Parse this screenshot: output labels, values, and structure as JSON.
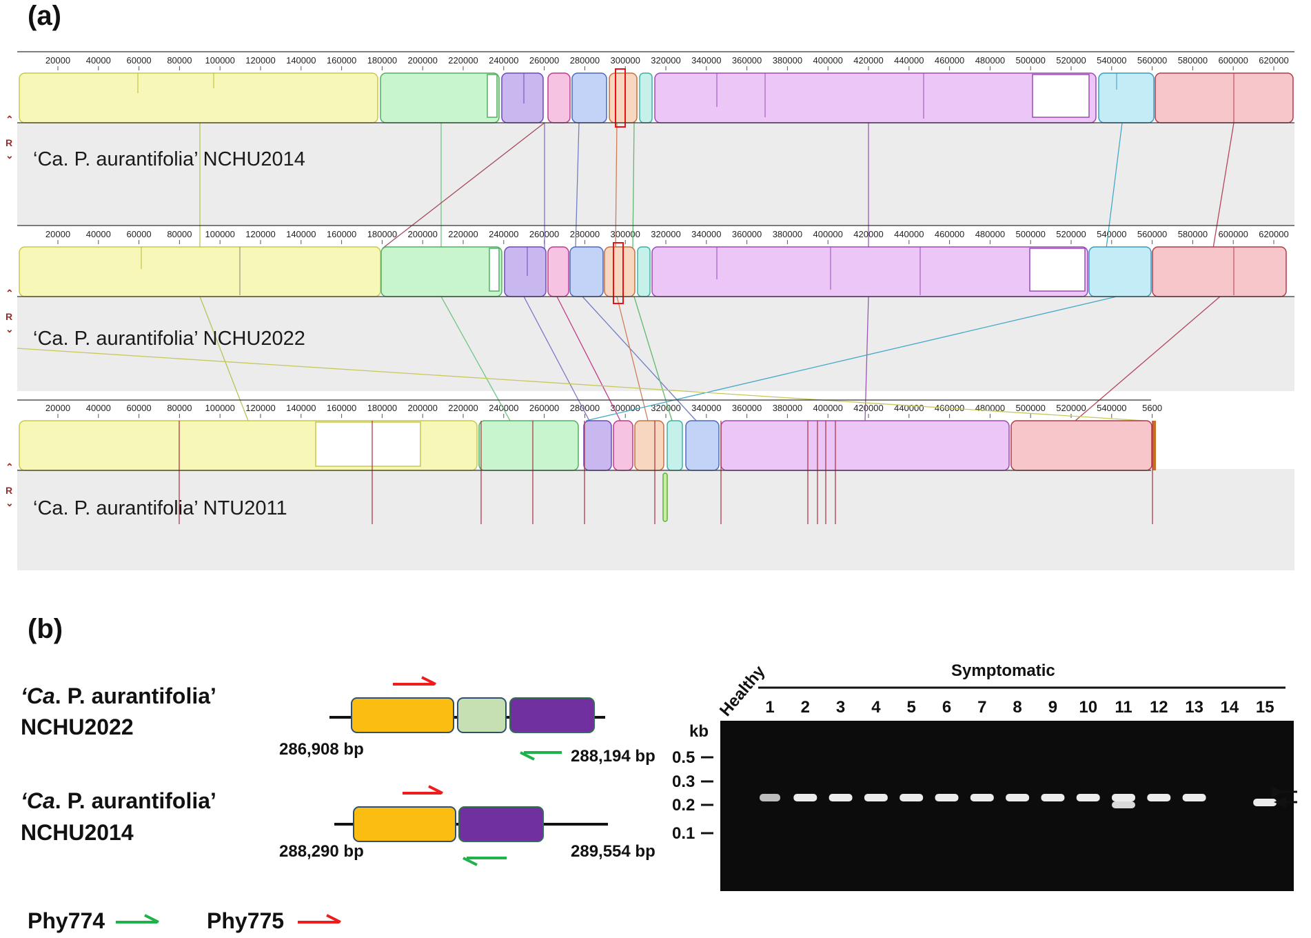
{
  "panel_a": {
    "label": "(a)",
    "ticks": [
      "20000",
      "40000",
      "60000",
      "80000",
      "100000",
      "120000",
      "140000",
      "160000",
      "180000",
      "200000",
      "220000",
      "240000",
      "260000",
      "280000",
      "300000",
      "320000",
      "340000",
      "360000",
      "380000",
      "400000",
      "420000",
      "440000",
      "460000",
      "480000",
      "500000",
      "520000",
      "540000",
      "560000",
      "580000",
      "600000",
      "620000"
    ],
    "ticks_third": [
      "20000",
      "40000",
      "60000",
      "80000",
      "100000",
      "120000",
      "140000",
      "160000",
      "180000",
      "200000",
      "220000",
      "240000",
      "260000",
      "280000",
      "300000",
      "320000",
      "340000",
      "360000",
      "380000",
      "400000",
      "420000",
      "440000",
      "460000",
      "480000",
      "500000",
      "520000",
      "540000",
      "5600"
    ],
    "genomes": [
      "‘Ca. P. aurantifolia’ NCHU2014",
      "‘Ca. P. aurantifolia’ NCHU2022",
      "‘Ca. P. aurantifolia’ NTU2011"
    ],
    "reverse_control": "R",
    "block_colors": {
      "yellow": "#f7f8b8",
      "green": "#c8f5cd",
      "purple_small": "#c9b8f0",
      "pink": "#f7c3e3",
      "blue": "#c3d3f7",
      "orange": "#f8d7c0",
      "teal": "#c6f0ea",
      "violet": "#ebc6f7",
      "cyan": "#c3ecf7",
      "red": "#f7c6cb"
    }
  },
  "panel_b": {
    "label": "(b)",
    "strains": [
      {
        "name_italic": "‘Ca",
        "name_rest": ". P. aurantifolia’",
        "id": "NCHU2022",
        "start": "286,908 bp",
        "end": "288,194 bp"
      },
      {
        "name_italic": "‘Ca",
        "name_rest": ". P. aurantifolia’",
        "id": "NCHU2014",
        "start": "288,290 bp",
        "end": "289,554 bp"
      }
    ],
    "primers": [
      {
        "name": "Phy774",
        "color": "#1fb24b"
      },
      {
        "name": "Phy775",
        "color": "#ee1c1c"
      }
    ],
    "colors": {
      "orange": "#fbbd11",
      "lightgreen": "#c6e0b4",
      "purple": "#7030a0"
    },
    "gel": {
      "group_label": "Symptomatic",
      "healthy_label": "Healthy",
      "lanes": [
        "1",
        "2",
        "3",
        "4",
        "5",
        "6",
        "7",
        "8",
        "9",
        "10",
        "11",
        "12",
        "13",
        "14",
        "15"
      ],
      "unit": "kb",
      "markers": [
        "0.5",
        "0.3",
        "0.2",
        "0.1"
      ]
    }
  }
}
